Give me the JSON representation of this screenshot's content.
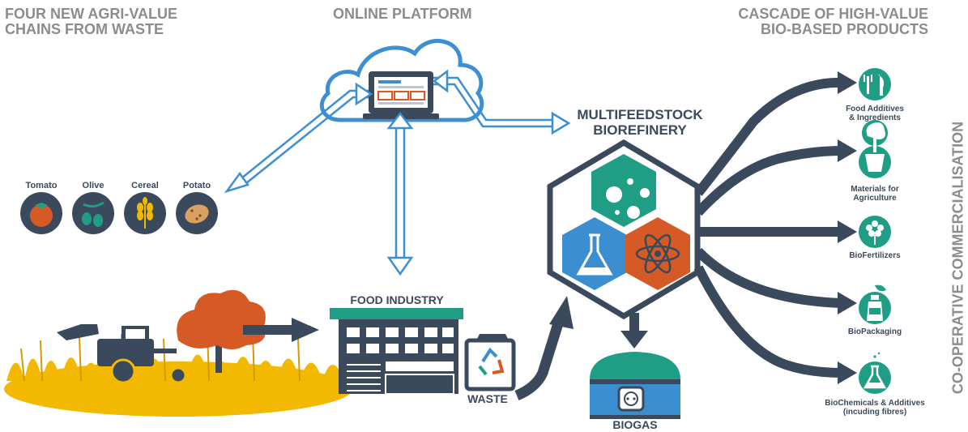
{
  "headers": {
    "left": "FOUR NEW AGRI-VALUE\nCHAINS FROM WASTE",
    "center": "ONLINE PLATFORM",
    "right": "CASCADE OF HIGH-VALUE\nBIO-BASED PRODUCTS",
    "side": "CO-OPERATIVE COMMERCIALISATION"
  },
  "crops": [
    {
      "label": "Tomato",
      "icon": "tomato-icon"
    },
    {
      "label": "Olive",
      "icon": "olive-icon"
    },
    {
      "label": "Cereal",
      "icon": "cereal-icon"
    },
    {
      "label": "Potato",
      "icon": "potato-icon"
    }
  ],
  "biorefinery": {
    "label": "MULTIFEEDSTOCK\nBIOREFINERY"
  },
  "food_industry": {
    "label": "FOOD INDUSTRY"
  },
  "waste": {
    "label": "WASTE"
  },
  "biogas": {
    "label": "BIOGAS"
  },
  "products": [
    {
      "label": "Food Additives\n& Ingredients",
      "icon": "cutlery-icon"
    },
    {
      "label": "Materials for\nAgriculture",
      "icon": "plant-pot-icon"
    },
    {
      "label": "BioFertilizers",
      "icon": "flower-icon"
    },
    {
      "label": "BioPackaging",
      "icon": "bottle-icon"
    },
    {
      "label": "BioChemicals & Additives\n(incuding fibres)",
      "icon": "flask-icon"
    }
  ],
  "colors": {
    "dark": "#3a4a5c",
    "gray_heading": "#8c8c8c",
    "teal": "#1f9e85",
    "blue": "#3b8fd0",
    "orange": "#d55a26",
    "wheat": "#f3b800",
    "outline_blue": "#3d8fd1"
  }
}
